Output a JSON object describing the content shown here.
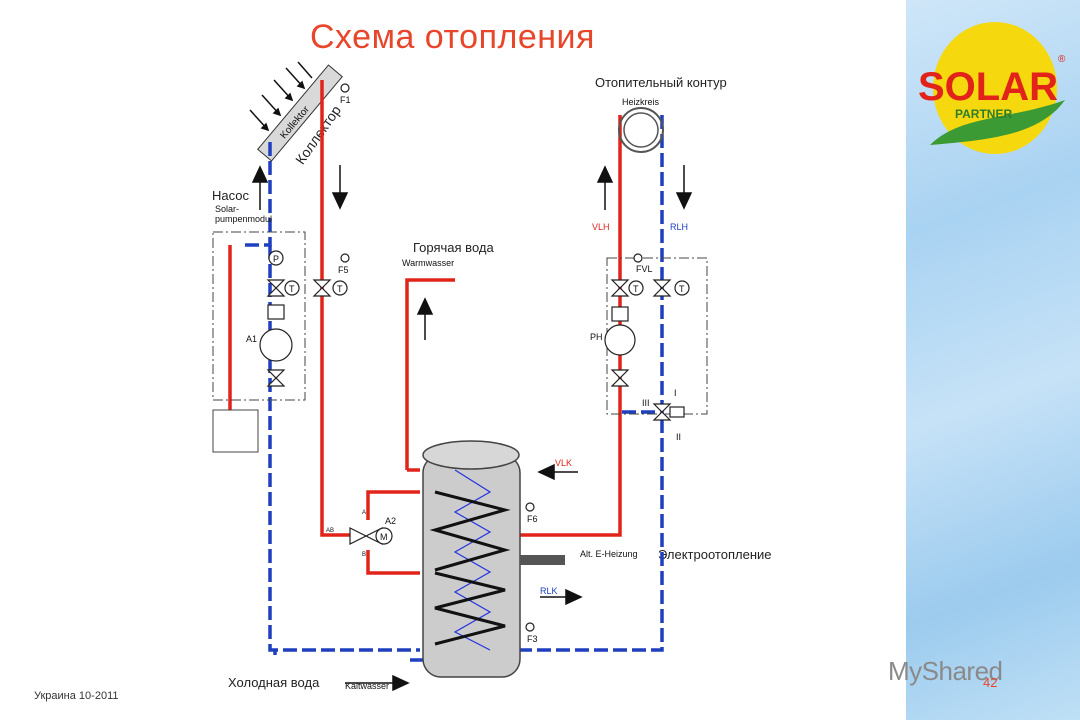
{
  "title": "Схема отопления",
  "labels": {
    "heating_circuit": "Отопительный контур",
    "collector_ru": "Коллектор",
    "pump_ru": "Насос",
    "hot_water_ru": "Горячая вода",
    "electric_heating_ru": "Электроотопление",
    "cold_water_ru": "Холодная вода"
  },
  "diagram_text": {
    "kollektor": "Kollektor",
    "f1": "F1",
    "solar_pump_1": "Solar-",
    "solar_pump_2": "pumpenmodul",
    "p": "P",
    "t": "T",
    "f5": "F5",
    "a1": "A1",
    "warmwasser": "Warmwasser",
    "heizkreis": "Heizkreis",
    "vlh": "VLH",
    "rlh": "RLH",
    "fvl": "FVL",
    "ph": "PH",
    "i": "I",
    "ii": "II",
    "iii": "III",
    "vlk": "VLK",
    "f6": "F6",
    "alt_e": "Alt. E-Heizung",
    "rlk": "RLK",
    "f3": "F3",
    "a2": "A2",
    "m": "M",
    "a": "A",
    "b": "B",
    "ab": "AB",
    "kaltwasser": "Kaltwasser"
  },
  "logo": {
    "brand": "SOLAR",
    "sub": "PARTNER",
    "reg": "®"
  },
  "footer": "Украина 10-2011",
  "page_number": "42",
  "watermark": "MyShared",
  "colors": {
    "hot": "#e2231a",
    "cold": "#1f3fbf",
    "accent": "#e8462a",
    "tank": "#cccccc"
  }
}
